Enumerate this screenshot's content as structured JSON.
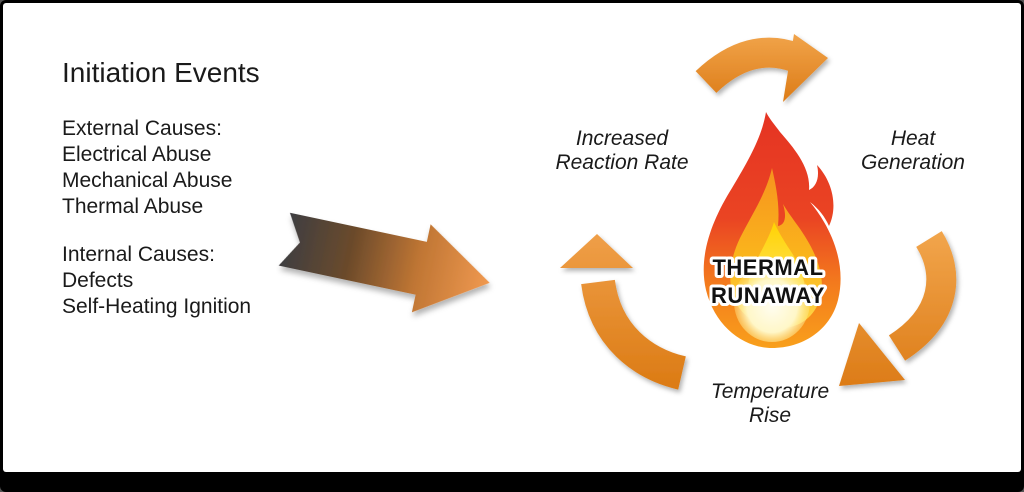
{
  "colors": {
    "background": "#000000",
    "canvas": "#ffffff",
    "text": "#1a1a1a",
    "arrow_orange": "#e8852d",
    "arrow_orange_light": "#f2a64d",
    "arrow_orange_dark": "#db7914",
    "initiation_arrow_dark": "#3e3e41",
    "flame_red": "#e93a28",
    "flame_orange": "#f6921e",
    "flame_yellow": "#ffd200",
    "flame_core": "#fffdf0"
  },
  "panel": {
    "heading": "Initiation Events",
    "external": {
      "title": "External Causes:",
      "items": [
        "Electrical Abuse",
        "Mechanical Abuse",
        "Thermal Abuse"
      ]
    },
    "internal": {
      "title": "Internal Causes:",
      "items": [
        "Defects",
        "Self-Heating Ignition"
      ]
    }
  },
  "cycle": {
    "center": {
      "line1": "THERMAL",
      "line2": "RUNAWAY"
    },
    "steps": [
      {
        "id": "increased-reaction-rate",
        "line1": "Increased",
        "line2": "Reaction Rate"
      },
      {
        "id": "heat-generation",
        "line1": "Heat",
        "line2": "Generation"
      },
      {
        "id": "temperature-rise",
        "line1": "Temperature",
        "line2": "Rise"
      }
    ]
  }
}
